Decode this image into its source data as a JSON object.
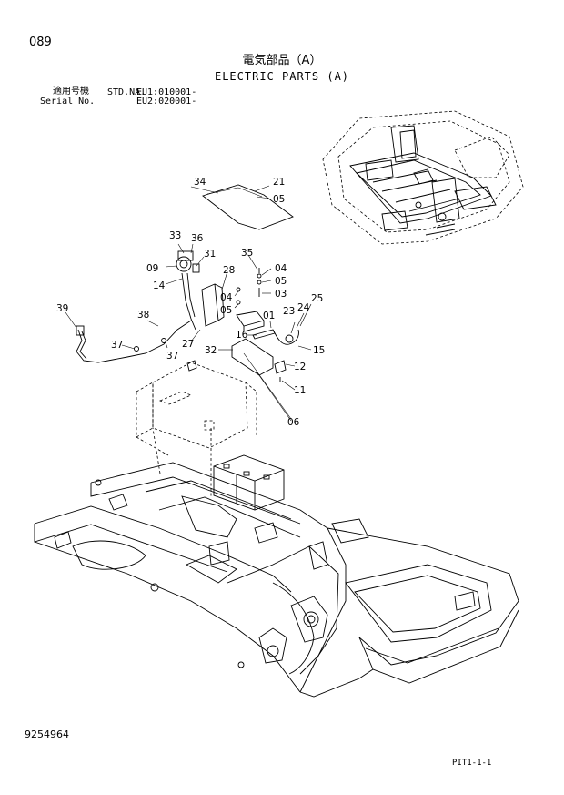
{
  "header": {
    "page_number": "089",
    "title_jp": "電気部品（A）",
    "title_en": "ELECTRIC PARTS (A)"
  },
  "serial": {
    "label_jp": "適用号機",
    "label_en": "Serial No.",
    "std_prefix": "STD.NA.",
    "eu1": "EU1:010001-",
    "eu2": "EU2:020001-"
  },
  "callouts": [
    "34",
    "21",
    "05",
    "33",
    "36",
    "31",
    "09",
    "14",
    "35",
    "04",
    "05",
    "03",
    "28",
    "04",
    "05",
    "25",
    "24",
    "23",
    "01",
    "39",
    "38",
    "37",
    "27",
    "16",
    "15",
    "32",
    "12",
    "11",
    "06",
    "37"
  ],
  "footer": {
    "document_number": "9254964",
    "sheet_ref": "PIT1-1-1"
  }
}
